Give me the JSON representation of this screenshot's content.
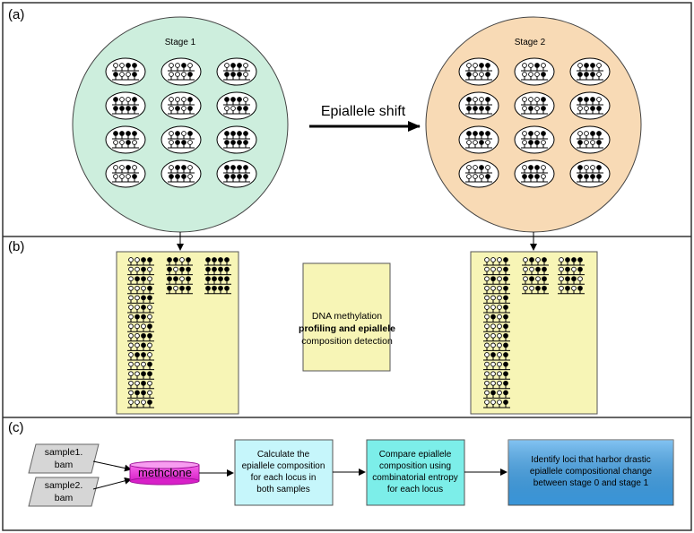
{
  "panel_a": {
    "label": "(a)",
    "stage1_title": "Stage 1",
    "stage2_title": "Stage 2",
    "arrow_label": "Epiallele shift",
    "stage1_fill": "#cdeedd",
    "stage2_fill": "#f8dab5"
  },
  "panel_b": {
    "label": "(b)",
    "box_fill": "#f7f5b6",
    "center_line1": "DNA methylation",
    "center_line2": "profiling and epiallele",
    "center_line3": "composition detection"
  },
  "panel_c": {
    "label": "(c)",
    "input1_line1": "sample1.",
    "input1_line2": "bam",
    "input2_line1": "sample2.",
    "input2_line2": "bam",
    "tool": "methclone",
    "tool_color": "#ee33dd",
    "step1": [
      "Calculate the",
      "epiallele composition",
      "for each locus in",
      "both samples"
    ],
    "step1_color": "#c6f6fb",
    "step2": [
      "Compare epiallele",
      "composition using",
      "combinatorial entropy",
      "for each locus"
    ],
    "step2_color": "#7ceee9",
    "step3": [
      "Identify loci that harbor drastic",
      "epiallele compositional change",
      "between stage 0 and stage 1"
    ],
    "step3_color": "#3fa3ec"
  }
}
